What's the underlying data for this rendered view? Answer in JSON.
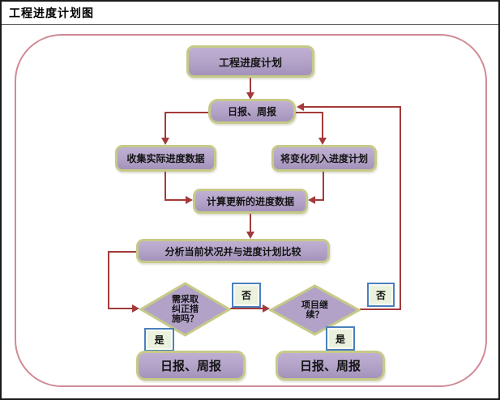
{
  "window": {
    "title": "工程进度计划图"
  },
  "flowchart": {
    "nodes": {
      "plan": "工程进度计划",
      "report_top": "日报、周报",
      "collect": "收集实际进度数据",
      "change": "将变化列入进度计划",
      "calc": "计算更新的进度数据",
      "analyze": "分析当前状况并与进度计划比较",
      "decision_corrective": "需采取\n纠正措\n施吗？",
      "decision_continue": "项目继\n续？",
      "report_left": "日报、周报",
      "report_right": "日报、周报"
    },
    "labels": {
      "no1": "否",
      "yes1": "是",
      "no2": "否",
      "yes2": "是"
    },
    "colors": {
      "node_fill": "#b2a2c7",
      "node_border": "#c6ca87",
      "connector": "#a23b39",
      "frame": "#d08a95",
      "label_fill": "#eaf1dd",
      "label_border": "#4a80bd"
    }
  }
}
